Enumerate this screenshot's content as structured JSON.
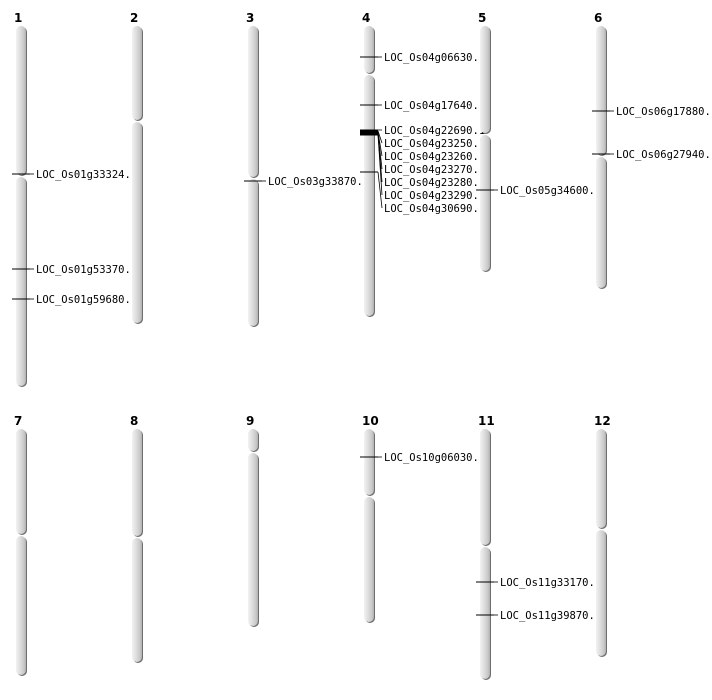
{
  "chromosomes": [
    {
      "number": "1",
      "length": 360,
      "centromere": 150,
      "genes": [
        {
          "name": "LOC_Os01g33324.1",
          "pos": 148
        },
        {
          "name": "LOC_Os01g53370.1",
          "pos": 243
        },
        {
          "name": "LOC_Os01g59680.1",
          "pos": 273
        }
      ]
    },
    {
      "number": "2",
      "length": 297,
      "centromere": 95,
      "genes": []
    },
    {
      "number": "3",
      "length": 300,
      "centromere": 152,
      "genes": [
        {
          "name": "LOC_Os03g33870.1",
          "pos": 155
        }
      ]
    },
    {
      "number": "4",
      "length": 290,
      "centromere": 48,
      "genes": [
        {
          "name": "LOC_Os04g06630.1",
          "pos": 31
        },
        {
          "name": "LOC_Os04g17640.1",
          "pos": 79
        },
        {
          "name": "LOC_Os04g22690.1",
          "pos": 104
        },
        {
          "name": "LOC_Os04g23250.1",
          "pos": 105
        },
        {
          "name": "LOC_Os04g23260.1",
          "pos": 106
        },
        {
          "name": "LOC_Os04g23270.1",
          "pos": 107
        },
        {
          "name": "LOC_Os04g23280.1",
          "pos": 108
        },
        {
          "name": "LOC_Os04g23290.1",
          "pos": 109
        },
        {
          "name": "LOC_Os04g30690.1",
          "pos": 146
        }
      ]
    },
    {
      "number": "5",
      "length": 245,
      "centromere": 108,
      "genes": [
        {
          "name": "LOC_Os05g34600.1",
          "pos": 164
        }
      ]
    },
    {
      "number": "6",
      "length": 262,
      "centromere": 130,
      "genes": [
        {
          "name": "LOC_Os06g17880.1",
          "pos": 85
        },
        {
          "name": "LOC_Os06g27940.1",
          "pos": 128
        }
      ]
    },
    {
      "number": "7",
      "length": 246,
      "centromere": 106,
      "genes": []
    },
    {
      "number": "8",
      "length": 233,
      "centromere": 108,
      "genes": []
    },
    {
      "number": "9",
      "length": 197,
      "centromere": 23,
      "genes": []
    },
    {
      "number": "10",
      "length": 193,
      "centromere": 67,
      "genes": [
        {
          "name": "LOC_Os10g06030.1",
          "pos": 28
        }
      ]
    },
    {
      "number": "11",
      "length": 250,
      "centromere": 117,
      "genes": [
        {
          "name": "LOC_Os11g33170.1",
          "pos": 153
        },
        {
          "name": "LOC_Os11g39870.1",
          "pos": 186
        }
      ]
    },
    {
      "number": "12",
      "length": 227,
      "centromere": 100,
      "genes": []
    }
  ]
}
